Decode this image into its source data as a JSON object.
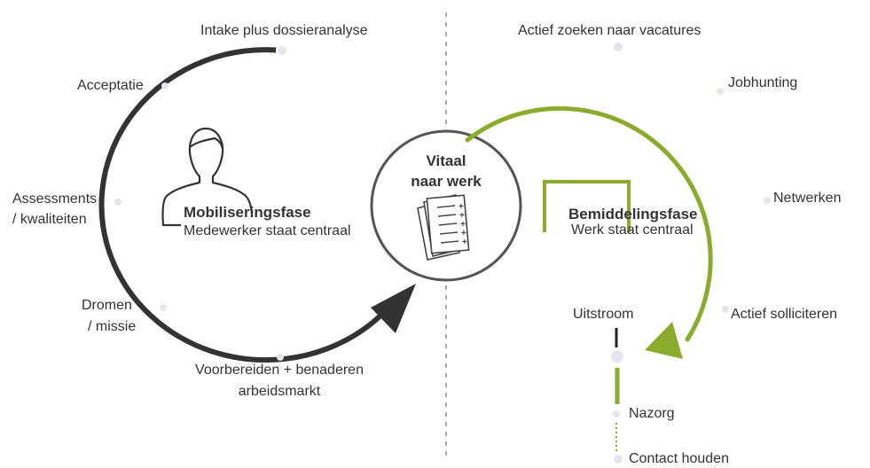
{
  "center": {
    "title_line1": "Vitaal",
    "title_line2": "naar werk",
    "icon": "documents-checklist-icon"
  },
  "left_cycle": {
    "phase_title": "Mobiliseringsfase",
    "phase_subtitle": "Medewerker staat centraal",
    "icon": "person-icon",
    "color": "#333333",
    "steps": {
      "intake": "Intake plus dossieranalyse",
      "acceptatie": "Acceptatie",
      "assessments_1": "Assessments",
      "assessments_2": "/ kwaliteiten",
      "dromen_1": "Dromen",
      "dromen_2": "/ missie",
      "voorbereiden_1": "Voorbereiden + benaderen",
      "voorbereiden_2": "arbeidsmarkt"
    }
  },
  "right_cycle": {
    "phase_title": "Bemiddelingsfase",
    "phase_subtitle": "Werk staat centraal",
    "color": "#8aab2c",
    "steps": {
      "actief_zoeken": "Actief zoeken naar vacatures",
      "jobhunting": "Jobhunting",
      "netwerken": "Netwerken",
      "actief_solliciteren": "Actief solliciteren",
      "uitstroom": "Uitstroom",
      "nazorg": "Nazorg",
      "contact_houden": "Contact houden"
    }
  }
}
